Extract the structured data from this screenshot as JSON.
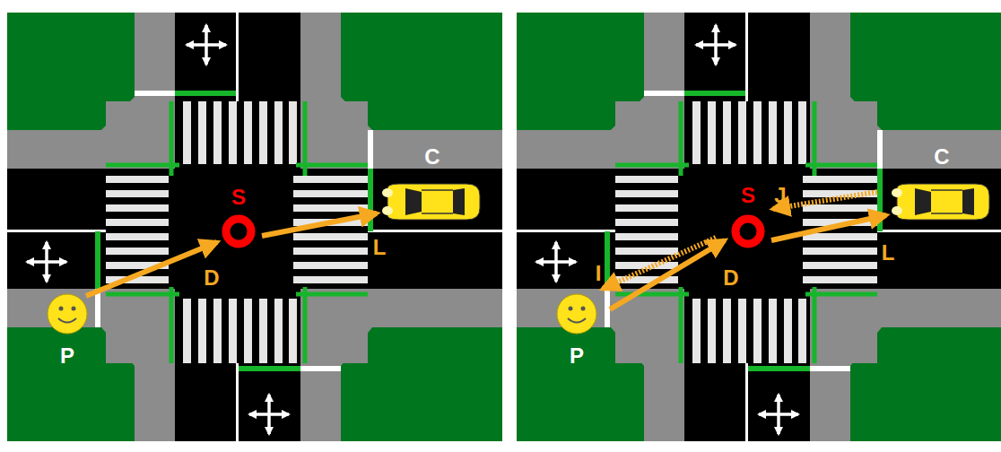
{
  "diagram": {
    "labels": [
      "C",
      "S",
      "L",
      "D",
      "P",
      "C",
      "S",
      "J",
      "L",
      "I",
      "D",
      "P"
    ]
  }
}
